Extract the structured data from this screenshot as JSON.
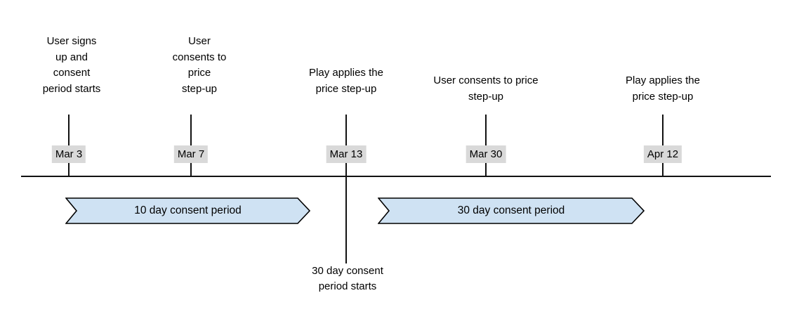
{
  "events": [
    {
      "date": "Mar 3",
      "label": "User signs\nup and\nconsent\nperiod starts"
    },
    {
      "date": "Mar 7",
      "label": "User\nconsents to\nprice\nstep-up"
    },
    {
      "date": "Mar 13",
      "label": "Play applies the\nprice step-up",
      "below_note": "30 day consent\nperiod starts"
    },
    {
      "date": "Mar 30",
      "label": "User consents to price\nstep-up"
    },
    {
      "date": "Apr 12",
      "label": "Play applies the\nprice step-up"
    }
  ],
  "periods": [
    {
      "label": "10 day consent period"
    },
    {
      "label": "30 day consent period"
    }
  ],
  "colors": {
    "period_fill": "#cfe2f3",
    "period_border": "#000000",
    "date_chip_bg": "#d9d9d9",
    "line": "#111111"
  }
}
